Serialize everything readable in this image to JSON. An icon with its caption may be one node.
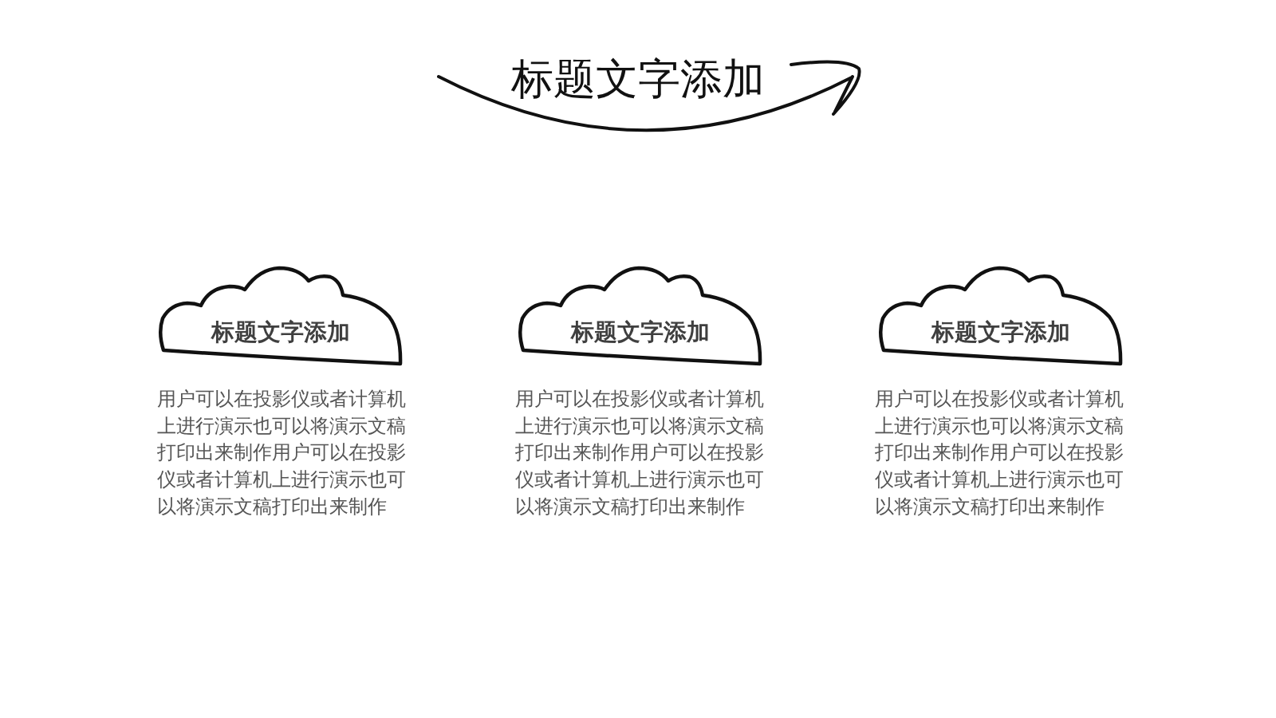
{
  "diagram": {
    "title": "标题文字添加",
    "nodes": [
      {
        "text": [
          "标题文字添加"
        ],
        "beside": [
          "用户可以在投影仪或者计算机上进行演示也可以将演示文稿打印出来制作用户可以在投影仪或者计算机上进行演示也可以将演示文稿打印出来制作"
        ]
      },
      {
        "text": [
          "标题文字添加"
        ],
        "beside": [
          "用户可以在投影仪或者计算机上进行演示也可以将演示文稿打印出来制作用户可以在投影仪或者计算机上进行演示也可以将演示文稿打印出来制作"
        ]
      },
      {
        "text": [
          "标题文字添加"
        ],
        "beside": [
          "用户可以在投影仪或者计算机上进行演示也可以将演示文稿打印出来制作用户可以在投影仪或者计算机上进行演示也可以将演示文稿打印出来制作"
        ]
      }
    ]
  }
}
